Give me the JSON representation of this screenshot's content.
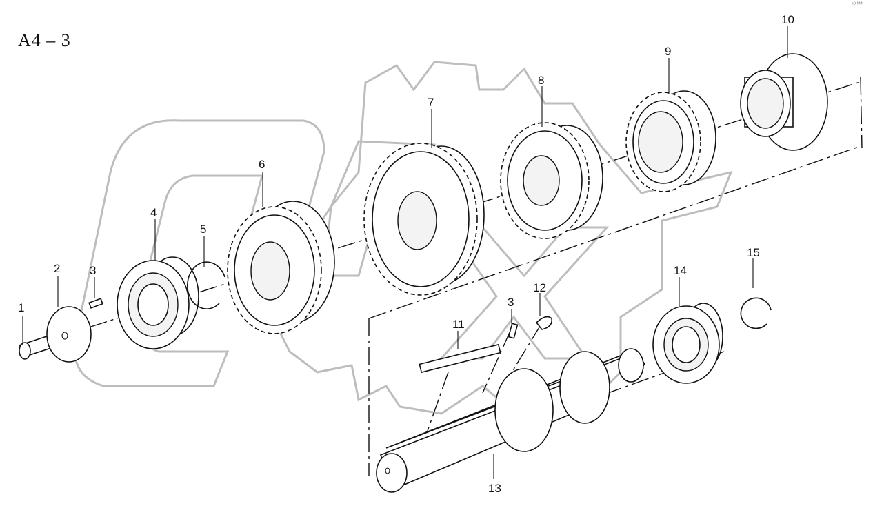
{
  "figure_code": "A4 – 3",
  "corner_mark": "ᵉᴰ ᴺᴺᴺ",
  "callouts": [
    "1",
    "2",
    "3",
    "4",
    "5",
    "6",
    "7",
    "8",
    "9",
    "10",
    "11",
    "3",
    "12",
    "13",
    "14",
    "15"
  ],
  "colors": {
    "line": "#111111",
    "watermark": "#bdbdbd",
    "background": "#ffffff"
  }
}
